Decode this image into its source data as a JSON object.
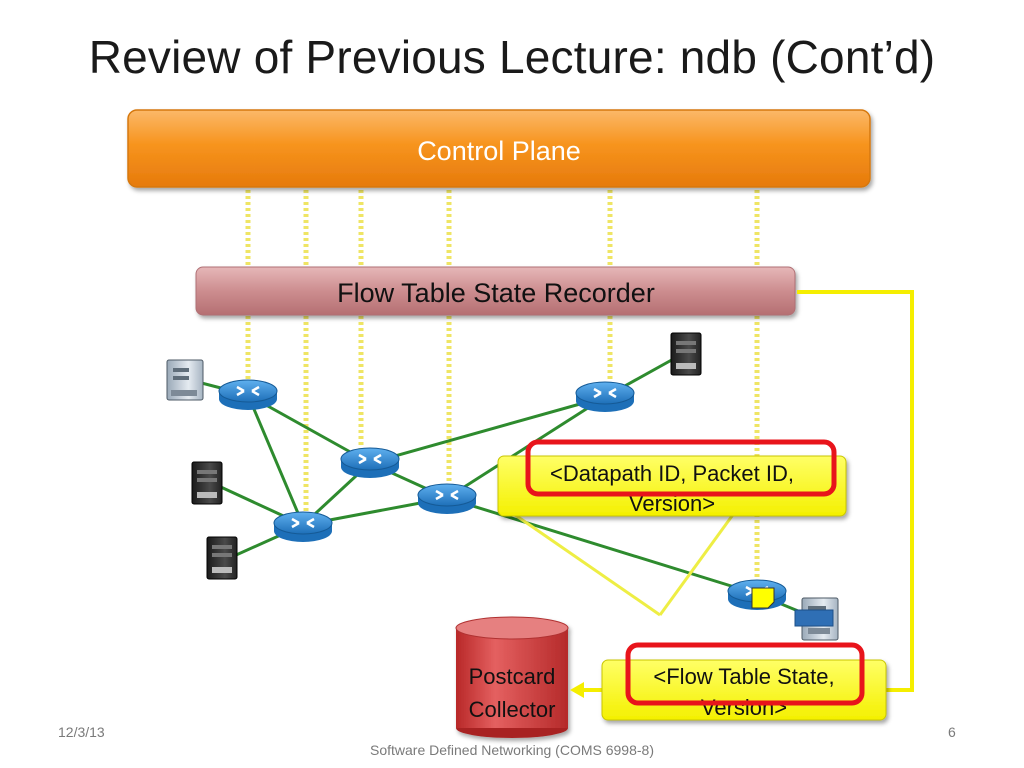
{
  "slide": {
    "title": "Review of Previous Lecture: ndb (Cont’d)"
  },
  "diagram": {
    "control_plane_label": "Control Plane",
    "recorder_label": "Flow Table State Recorder",
    "postcard_label_line1": "<Datapath ID, Packet ID,",
    "postcard_label_line2": "Version>",
    "collector_label_line1": "Postcard",
    "collector_label_line2": "Collector",
    "state_label_line1": "<Flow Table State,",
    "state_label_line2": "Version>",
    "colors": {
      "control_plane": "#f7941d",
      "recorder": "#c98a8c",
      "router": "#2a86d2",
      "link": "#2e8b2e",
      "control_channel": "#f2e96a",
      "annotation_box": "#ffff33",
      "highlight": "#e8141b",
      "collector": "#d03a3a"
    }
  },
  "footer": {
    "date": "12/3/13",
    "course": "Software Defined Networking (COMS 6998-8)",
    "page": "6"
  }
}
